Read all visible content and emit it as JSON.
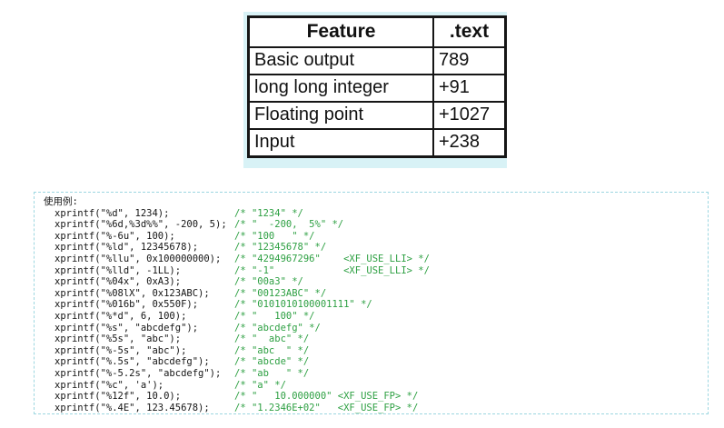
{
  "feature_table": {
    "headers": {
      "feature": "Feature",
      "text": ".text"
    },
    "rows": [
      {
        "feature": "Basic output",
        "text": "789"
      },
      {
        "feature": "long long integer",
        "text": "+91"
      },
      {
        "feature": "Floating point",
        "text": "+1027"
      },
      {
        "feature": "Input",
        "text": "+238"
      }
    ],
    "background_color": "#d8f2f6",
    "border_color": "#161616"
  },
  "code_example": {
    "title": "使用例:",
    "lines": [
      {
        "code": "xprintf(\"%d\", 1234);",
        "comment": "/* \"1234\" */"
      },
      {
        "code": "xprintf(\"%6d,%3d%%\", -200, 5);",
        "comment": "/* \"  -200,  5%\" */"
      },
      {
        "code": "xprintf(\"%-6u\", 100);",
        "comment": "/* \"100   \" */"
      },
      {
        "code": "xprintf(\"%ld\", 12345678);",
        "comment": "/* \"12345678\" */"
      },
      {
        "code": "xprintf(\"%llu\", 0x100000000);",
        "comment": "/* \"4294967296\"    <XF_USE_LLI> */"
      },
      {
        "code": "xprintf(\"%lld\", -1LL);",
        "comment": "/* \"-1\"            <XF_USE_LLI> */"
      },
      {
        "code": "xprintf(\"%04x\", 0xA3);",
        "comment": "/* \"00a3\" */"
      },
      {
        "code": "xprintf(\"%08lX\", 0x123ABC);",
        "comment": "/* \"00123ABC\" */"
      },
      {
        "code": "xprintf(\"%016b\", 0x550F);",
        "comment": "/* \"0101010100001111\" */"
      },
      {
        "code": "xprintf(\"%*d\", 6, 100);",
        "comment": "/* \"   100\" */"
      },
      {
        "code": "xprintf(\"%s\", \"abcdefg\");",
        "comment": "/* \"abcdefg\" */"
      },
      {
        "code": "xprintf(\"%5s\", \"abc\");",
        "comment": "/* \"  abc\" */"
      },
      {
        "code": "xprintf(\"%-5s\", \"abc\");",
        "comment": "/* \"abc  \" */"
      },
      {
        "code": "xprintf(\"%.5s\", \"abcdefg\");",
        "comment": "/* \"abcde\" */"
      },
      {
        "code": "xprintf(\"%-5.2s\", \"abcdefg\");",
        "comment": "/* \"ab   \" */"
      },
      {
        "code": "xprintf(\"%c\", 'a');",
        "comment": "/* \"a\" */"
      },
      {
        "code": "xprintf(\"%12f\", 10.0);",
        "comment": "/* \"   10.000000\" <XF_USE_FP> */"
      },
      {
        "code": "xprintf(\"%.4E\", 123.45678);",
        "comment": "/* \"1.2346E+02\"   <XF_USE_FP> */"
      }
    ],
    "colors": {
      "comment": "#2ea043",
      "border": "#9cd6e0",
      "code_text": "#151515"
    }
  }
}
